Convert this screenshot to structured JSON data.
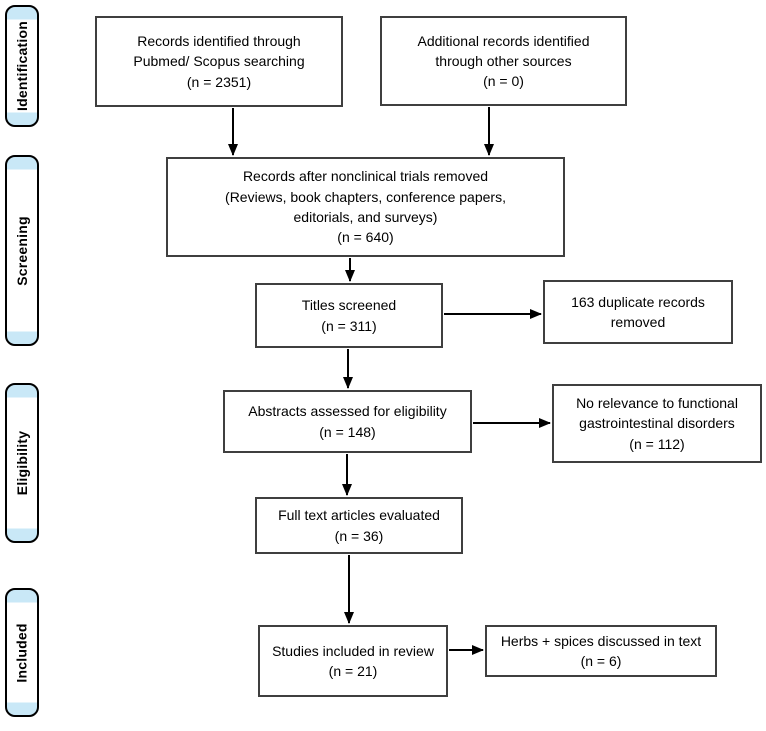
{
  "diagram": {
    "type": "prisma-flowchart",
    "accent_blue": "#c9e8f7",
    "box_border_color": "#3f3f3f",
    "arrow_color": "#000000"
  },
  "stages": [
    {
      "id": "identification",
      "label": "Identification"
    },
    {
      "id": "screening",
      "label": "Screening"
    },
    {
      "id": "eligibility",
      "label": "Eligibility"
    },
    {
      "id": "included",
      "label": "Included"
    }
  ],
  "nodes": {
    "records_identified": "Records identified through\nPubmed/ Scopus searching\n(n = 2351)",
    "additional_records": "Additional records identified\nthrough other sources\n(n = 0)",
    "records_after_removal": "Records after nonclinical trials removed\n(Reviews, book chapters, conference papers,\neditorials, and surveys)\n(n = 640)",
    "titles_screened": "Titles screened\n(n = 311)",
    "duplicates_removed": "163 duplicate records\nremoved",
    "abstracts_assessed": "Abstracts assessed for eligibility\n(n = 148)",
    "no_relevance": "No relevance to functional\ngastrointestinal disorders\n(n = 112)",
    "full_text_evaluated": "Full text articles evaluated\n(n = 36)",
    "studies_included": "Studies included in review\n(n = 21)",
    "herbs_spices": "Herbs + spices discussed in text\n(n = 6)"
  },
  "edges": [
    {
      "from": "records_identified",
      "to": "records_after_removal"
    },
    {
      "from": "additional_records",
      "to": "records_after_removal"
    },
    {
      "from": "records_after_removal",
      "to": "titles_screened"
    },
    {
      "from": "titles_screened",
      "to": "duplicates_removed"
    },
    {
      "from": "titles_screened",
      "to": "abstracts_assessed"
    },
    {
      "from": "abstracts_assessed",
      "to": "no_relevance"
    },
    {
      "from": "abstracts_assessed",
      "to": "full_text_evaluated"
    },
    {
      "from": "full_text_evaluated",
      "to": "studies_included"
    },
    {
      "from": "studies_included",
      "to": "herbs_spices"
    }
  ]
}
